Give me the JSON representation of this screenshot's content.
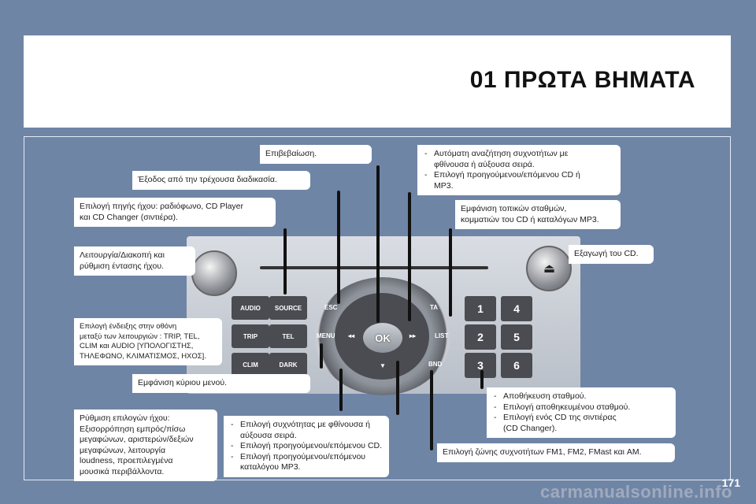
{
  "title": "01 ΠΡΩΤΑ ΒΗΜΑΤΑ",
  "page_number": "171",
  "watermark": "carmanualsonline.info",
  "callouts": {
    "confirm": "Επιβεβαίωση.",
    "exit": "Έξοδος από την τρέχουσα διαδικασία.",
    "source": [
      "Επιλογή πηγής ήχου: ραδιόφωνο, CD Player",
      "και CD Changer (σιντιέρα)."
    ],
    "power": [
      "Λειτουργία/Διακοπή και",
      "ρύθμιση έντασης ήχου."
    ],
    "display": [
      "Επιλογή ένδειξης στην οθόνη",
      "μεταξύ των λειτουργιών : TRIP, TEL,",
      "CLIM και AUDIO [ΥΠΟΛΟΓΙΣΤΗΣ,",
      "ΤΗΛΕΦΩΝΟ, ΚΛΙΜΑΤΙΣΜΟΣ, ΗΧΟΣ]."
    ],
    "menu": "Εμφάνιση κύριου μενού.",
    "audio_settings": [
      "Ρύθμιση επιλογών ήχου:",
      "Εξισορρόπηση εμπρός/πίσω",
      "μεγαφώνων, αριστερών/δεξιών",
      "μεγαφώνων, λειτουργία",
      "loudness, προεπιλεγμένα",
      "μουσικά περιβάλλοντα."
    ],
    "freq_down_up": [
      [
        "Επιλογή συχνότητας με φθίνουσα ή",
        "αύξουσα σειρά."
      ],
      [
        "Επιλογή προηγούμενου/επόμενου CD."
      ],
      [
        "Επιλογή προηγούμενου/επόμενου",
        "καταλόγου MP3."
      ]
    ],
    "auto_search": [
      [
        "Αυτόματη αναζήτηση συχνοτήτων με",
        "φθίνουσα ή αύξουσα σειρά."
      ],
      [
        "Επιλογή προηγούμενου/επόμενου CD ή",
        "MP3."
      ]
    ],
    "list": [
      "Εμφάνιση τοπικών σταθμών,",
      "κομματιών του CD ή καταλόγων MP3."
    ],
    "eject": "Εξαγωγή του CD.",
    "presets": [
      [
        "Αποθήκευση σταθμού."
      ],
      [
        "Επιλογή αποθηκευμένου σταθμού."
      ],
      [
        "Επιλογή ενός CD της σιντιέρας",
        "(CD Changer)."
      ]
    ],
    "band": "Επιλογή ζώνης συχνοτήτων FM1, FM2, FMast και AM."
  },
  "radio": {
    "buttons_left": [
      "AUDIO",
      "SOURCE",
      "TRIP",
      "TEL",
      "CLIM",
      "DARK"
    ],
    "dial_labels": {
      "esc": "ESC",
      "ta": "TA",
      "menu": "MENU",
      "list": "LIST",
      "bnd": "BND",
      "ok": "OK",
      "prev": "◂◂",
      "next": "▸▸",
      "down": "▼"
    },
    "presets": [
      "1",
      "4",
      "2",
      "5",
      "3",
      "6"
    ],
    "eject_symbol": "⏏"
  },
  "colors": {
    "background": "#6f85a6",
    "panel": "#ffffff",
    "button": "#4a4c52"
  }
}
